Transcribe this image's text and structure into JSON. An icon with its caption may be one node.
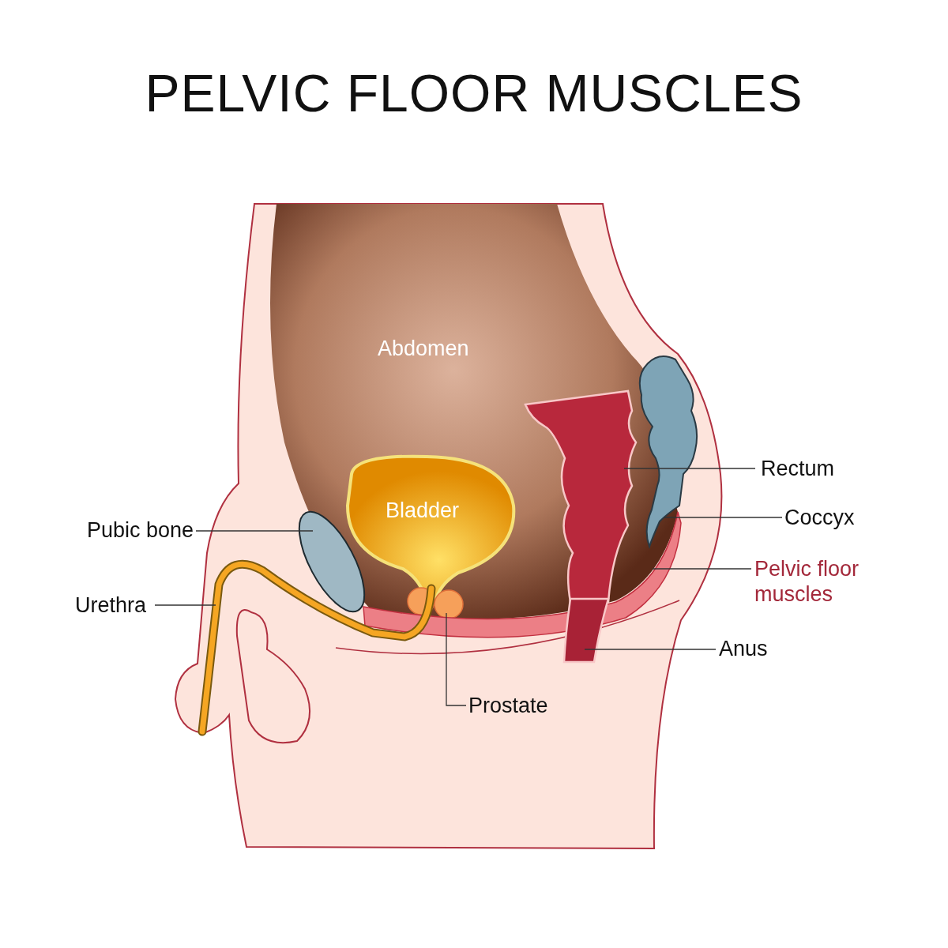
{
  "diagram": {
    "title": "PELVIC FLOOR MUSCLES",
    "nodes": [
      {
        "text": [
          "Abdomen"
        ]
      },
      {
        "text": [
          "Bladder"
        ],
        "in": 0
      },
      {
        "text": [
          "Pubic bone"
        ]
      },
      {
        "text": [
          "Urethra"
        ]
      },
      {
        "text": [
          "Rectum"
        ]
      },
      {
        "text": [
          "Coccyx"
        ]
      },
      {
        "text": [
          "Pelvic floor muscles"
        ]
      },
      {
        "text": [
          "Anus"
        ]
      },
      {
        "text": [
          "Prostate"
        ]
      },
      {
        "text": [],
        "shape": "circle"
      },
      {
        "text": [],
        "shape": "picture"
      },
      {
        "text": [],
        "shape": "picture",
        "in": 0
      },
      {
        "text": [],
        "shape": "picture"
      },
      {
        "text": [],
        "shape": "picture"
      },
      {
        "text": [],
        "shape": "picture"
      },
      {
        "text": [],
        "shape": "picture",
        "in": 0
      }
    ],
    "edges": [
      {
        "from": 2,
        "to": 9,
        "arrow": "none"
      },
      {
        "from": 3,
        "to": 10,
        "arrow": "none"
      },
      {
        "from": 4,
        "to": 11,
        "arrow": "none"
      },
      {
        "from": 5,
        "to": 12,
        "arrow": "none"
      },
      {
        "from": 6,
        "to": 13,
        "arrow": "none"
      },
      {
        "from": 7,
        "to": 14,
        "arrow": "none"
      },
      {
        "from": 8,
        "to": 15,
        "arrow": "none"
      }
    ]
  }
}
